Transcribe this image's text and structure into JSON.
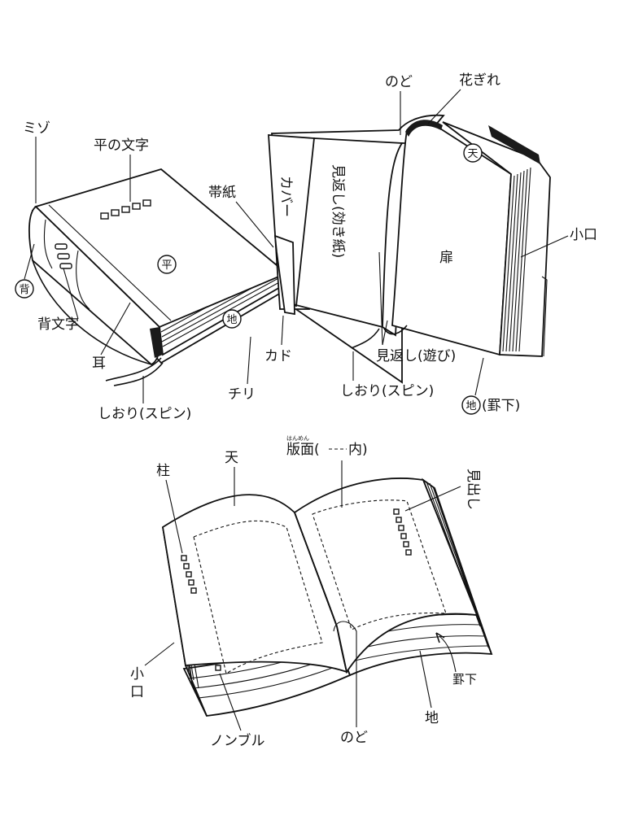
{
  "labels": {
    "mizo": "ミゾ",
    "hira_moji": "平の文字",
    "se_mark": "背",
    "se_moji": "背文字",
    "mimi": "耳",
    "hira_mark": "平",
    "chi_mark_closed": "地",
    "chiri": "チリ",
    "shiori_left": "しおり(スピン)",
    "obigami": "帯紙",
    "cover": "カバー",
    "kado": "カド",
    "mikaeshi_kiki": "見返し(効き紙)",
    "nodo_top": "のど",
    "hanagire": "花ぎれ",
    "ten_mark": "天",
    "tobira": "扉",
    "koguchi_top": "小口",
    "mikaeshi_asobi": "見返し(遊び)",
    "shiori_right": "しおり(スピン)",
    "chi_keika_mark": "地",
    "chi_keika": "(罫下)",
    "hashira": "柱",
    "ten": "天",
    "hanmen_ruby": "はんめん",
    "hanmen": "版面(",
    "hanmen_close": "内)",
    "midashi": "見出し",
    "koguchi_bottom": "小口",
    "keika": "罫下",
    "chi": "地",
    "nombre": "ノンブル",
    "nodo_bottom": "のど"
  }
}
